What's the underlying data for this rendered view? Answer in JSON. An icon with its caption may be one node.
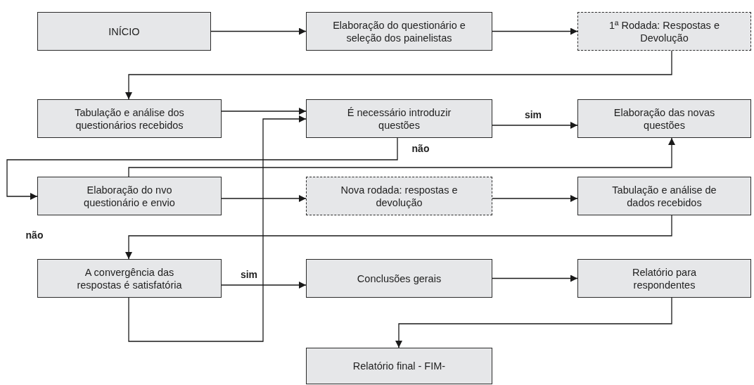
{
  "diagram": {
    "nodes": [
      {
        "text": [
          "INÍCIO"
        ]
      },
      {
        "text": [
          "Elaboração do questionário e seleção dos painelistas"
        ]
      },
      {
        "text": [
          "1ª Rodada: Respostas e Devolução"
        ]
      },
      {
        "text": [
          "Tabulação e análise dos questionários recebidos"
        ]
      },
      {
        "text": [
          "É necessário introduzir questões"
        ]
      },
      {
        "text": [
          "Elaboração das novas questões"
        ]
      },
      {
        "text": [
          "Elaboração do nvo questionário e envio"
        ]
      },
      {
        "text": [
          "Nova rodada: respostas e devolução"
        ]
      },
      {
        "text": [
          "Tabulação e análise de dados recebidos"
        ]
      },
      {
        "text": [
          "A convergência das respostas é satisfatória"
        ]
      },
      {
        "text": [
          "Conclusões gerais"
        ]
      },
      {
        "text": [
          "Relatório para respondentes"
        ]
      },
      {
        "text": [
          "Relatório final - FIM-"
        ]
      }
    ],
    "edges": [
      {
        "from": 0,
        "to": 1,
        "arrow": "to"
      },
      {
        "from": 1,
        "to": 2,
        "arrow": "to"
      },
      {
        "from": 2,
        "to": 3,
        "arrow": "to"
      },
      {
        "from": 3,
        "to": 4,
        "arrow": "to"
      },
      {
        "from": 4,
        "to": 5,
        "arrow": "to",
        "label": "sim"
      },
      {
        "from": 4,
        "to": 6,
        "arrow": "to",
        "label": "não"
      },
      {
        "from": 6,
        "to": 5,
        "arrow": "to"
      },
      {
        "from": 6,
        "to": 7,
        "arrow": "to"
      },
      {
        "from": 7,
        "to": 8,
        "arrow": "to"
      },
      {
        "from": 8,
        "to": 9,
        "arrow": "to"
      },
      {
        "from": 9,
        "to": 4,
        "arrow": "to"
      },
      {
        "from": 9,
        "to": 10,
        "arrow": "to",
        "label": "sim"
      },
      {
        "from": 10,
        "to": 11,
        "arrow": "to"
      },
      {
        "from": 11,
        "to": 12,
        "arrow": "to"
      }
    ],
    "labels": [
      "não"
    ]
  }
}
